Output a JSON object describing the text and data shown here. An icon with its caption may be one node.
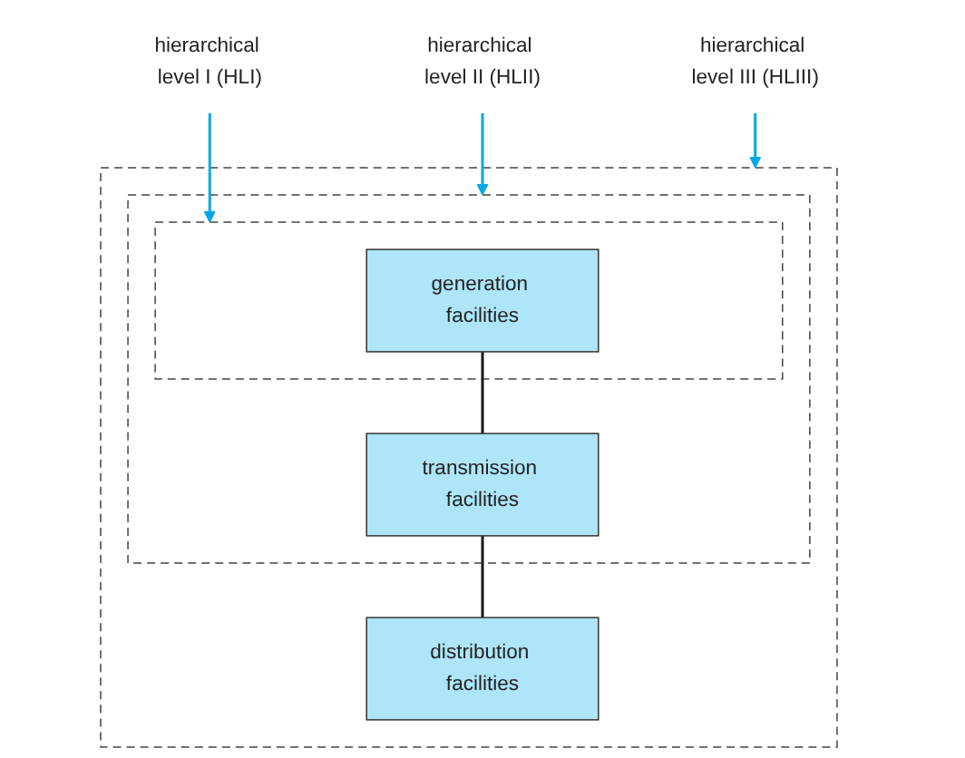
{
  "diagram": {
    "nodes": [
      {
        "text": [],
        "shape": "box"
      },
      {
        "text": [],
        "shape": "box",
        "in": 0
      },
      {
        "text": [],
        "shape": "box",
        "in": 1
      },
      {
        "text": [
          "generation facilities"
        ],
        "in": 2
      },
      {
        "text": [
          "transmission facilities"
        ],
        "in": 1
      },
      {
        "text": [
          "distribution facilities"
        ],
        "in": 0
      },
      {
        "text": [
          "hierarchical level I (HLI)"
        ]
      },
      {
        "text": [
          "hierarchical level II (HLII)"
        ]
      },
      {
        "text": [
          "hierarchical level III (HLIII)"
        ]
      }
    ],
    "edges": [
      {
        "from": 3,
        "to": 4,
        "arrow": "none",
        "color": "#1a1a1a"
      },
      {
        "from": 4,
        "to": 5,
        "arrow": "none",
        "color": "#1a1a1a"
      },
      {
        "from": 6,
        "to": 2,
        "arrow": "to"
      },
      {
        "from": 7,
        "to": 1,
        "arrow": "to"
      },
      {
        "from": 8,
        "to": 0,
        "arrow": "to"
      }
    ]
  }
}
